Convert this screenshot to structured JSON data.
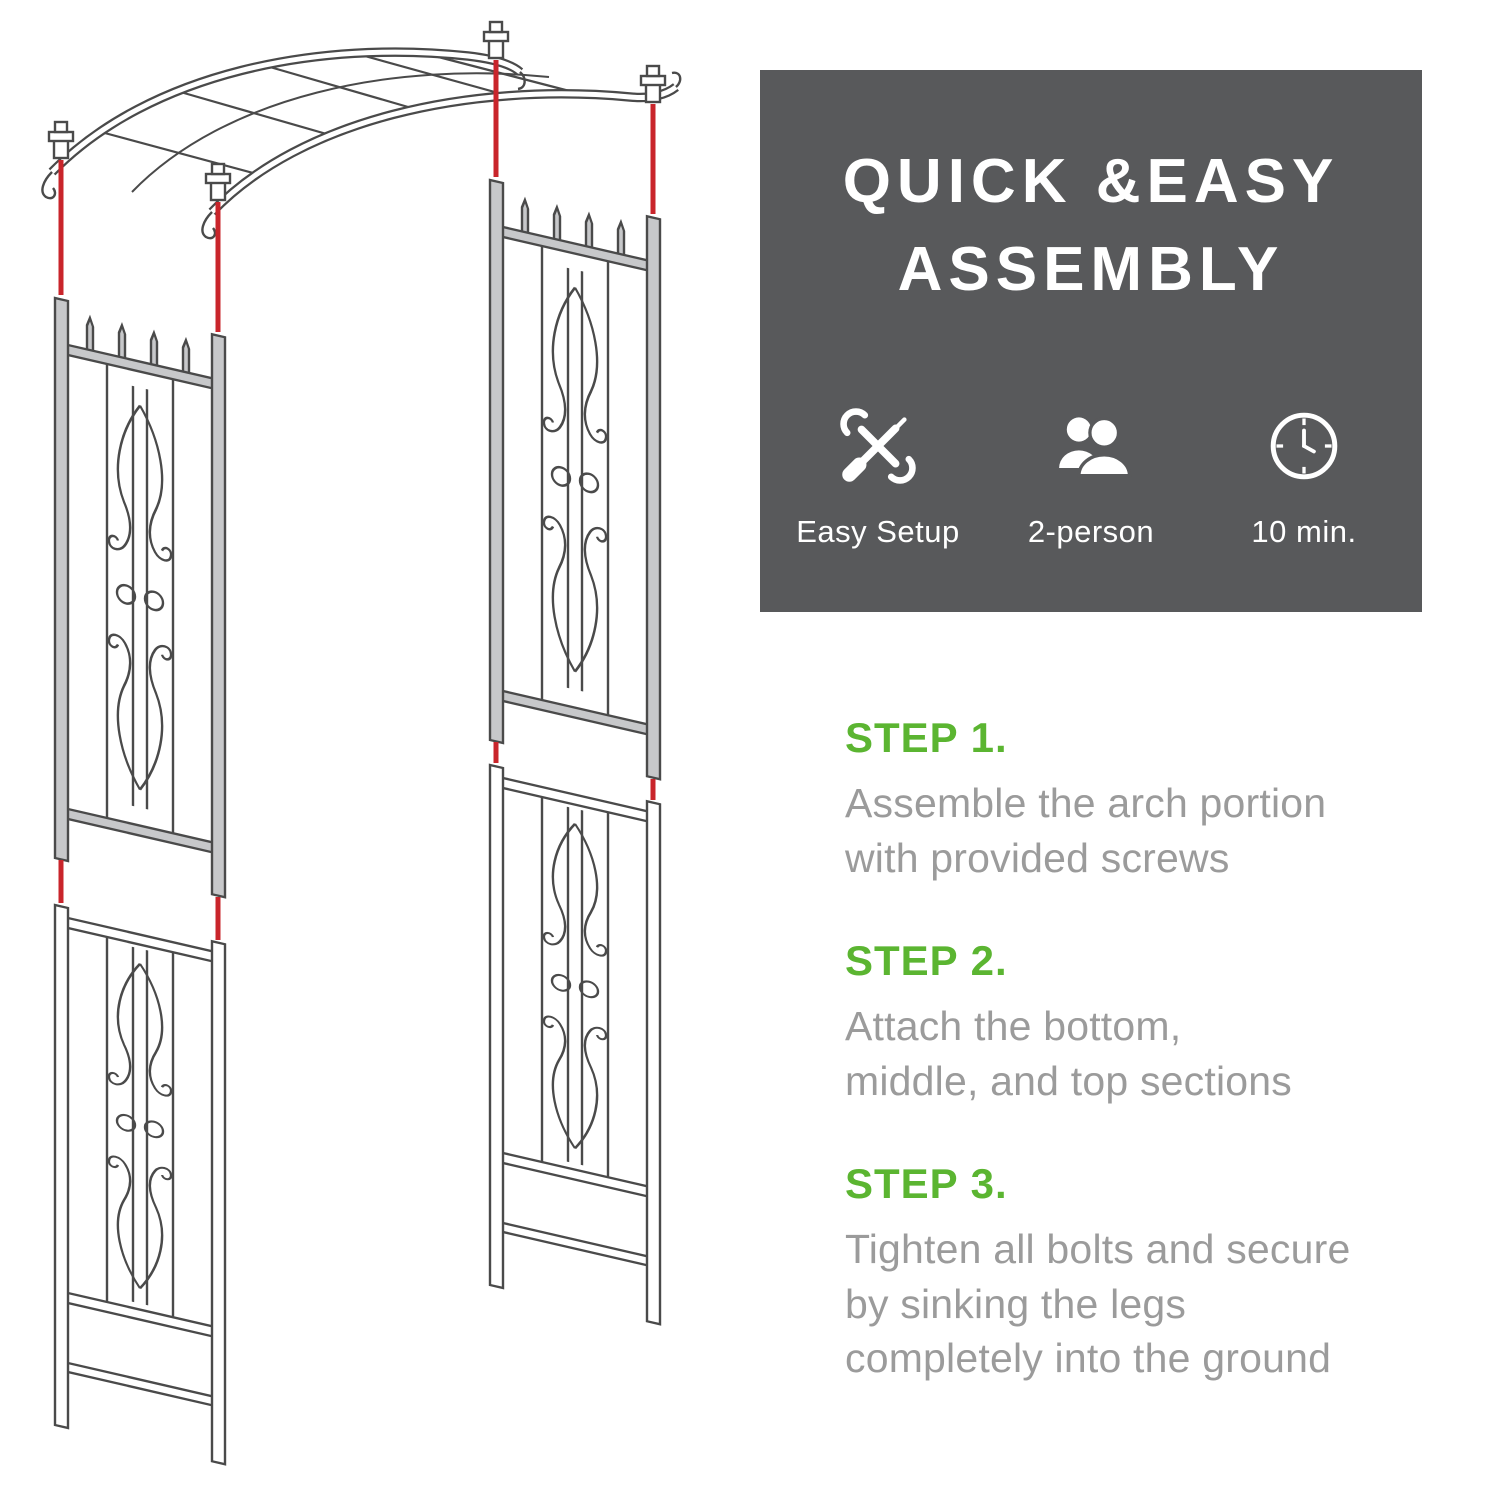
{
  "info_panel": {
    "title_line1": "QUICK &EASY",
    "title_line2": "ASSEMBLY",
    "features": [
      {
        "icon": "tools-icon",
        "label": "Easy Setup"
      },
      {
        "icon": "two-person-icon",
        "label": "2-person"
      },
      {
        "icon": "clock-icon",
        "label": "10 min."
      }
    ]
  },
  "steps": [
    {
      "heading": "STEP 1.",
      "body": "Assemble the arch portion\nwith provided screws"
    },
    {
      "heading": "STEP 2.",
      "body": "Attach the bottom,\nmiddle, and top sections"
    },
    {
      "heading": "STEP 3.",
      "body": "Tighten all bolts and secure\nby sinking the legs\ncompletely into the ground"
    }
  ],
  "illustration": {
    "description": "Exploded-view diagram of a metal garden arch arbor with scrollwork panels and red connector guides"
  },
  "colors": {
    "panel_background": "#58595b",
    "accent_green": "#5bb531",
    "body_text": "#9b9b9b",
    "connector_red": "#c9252b"
  }
}
